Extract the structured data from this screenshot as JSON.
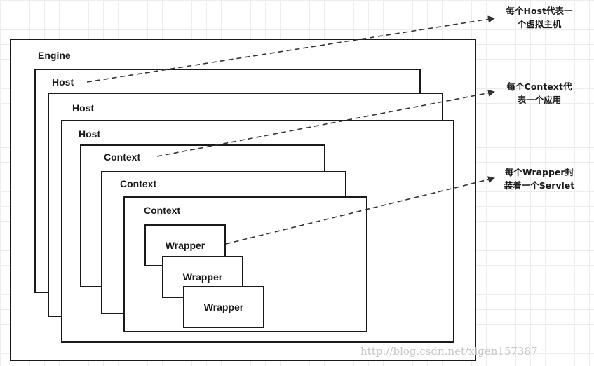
{
  "diagram": {
    "engine": {
      "label": "Engine"
    },
    "hosts": [
      {
        "label": "Host"
      },
      {
        "label": "Host"
      },
      {
        "label": "Host"
      }
    ],
    "contexts": [
      {
        "label": "Context"
      },
      {
        "label": "Context"
      },
      {
        "label": "Context"
      }
    ],
    "wrappers": [
      {
        "label": "Wrapper"
      },
      {
        "label": "Wrapper"
      },
      {
        "label": "Wrapper"
      }
    ]
  },
  "annotations": {
    "host_note": {
      "line1": "每个Host代表一",
      "line2": "个虚拟主机"
    },
    "context_note": {
      "line1": "每个Context代",
      "line2": "表一个应用"
    },
    "wrapper_note": {
      "line1": "每个Wrapper封",
      "line2": "装着一个Servlet"
    }
  },
  "watermark": "http://blog.csdn.net/xlgen157387",
  "colors": {
    "line": "#1a1a1a",
    "arrow": "#333333",
    "grid": "#ececec",
    "watermark": "#c6c6c6"
  }
}
